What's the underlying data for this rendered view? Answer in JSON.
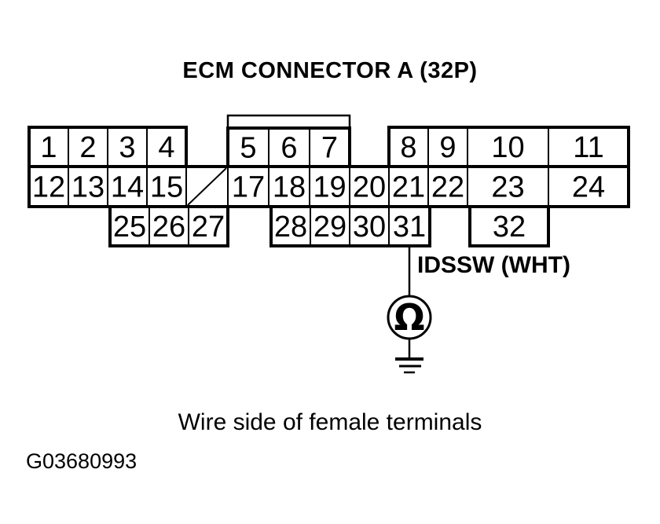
{
  "title": "ECM CONNECTOR A (32P)",
  "connector": {
    "pins": [
      "1",
      "2",
      "3",
      "4",
      "5",
      "6",
      "7",
      "8",
      "9",
      "10",
      "11",
      "12",
      "13",
      "14",
      "15",
      "",
      "17",
      "18",
      "19",
      "20",
      "21",
      "22",
      "23",
      "24",
      "25",
      "26",
      "27",
      "28",
      "29",
      "30",
      "31",
      "32"
    ]
  },
  "wire": {
    "label": "IDSSW (WHT)"
  },
  "meter": {
    "symbol": "Ω"
  },
  "caption": "Wire side of female terminals",
  "figure_id": "G03680993",
  "colors": {
    "ink": "#000000",
    "paper": "#ffffff"
  }
}
